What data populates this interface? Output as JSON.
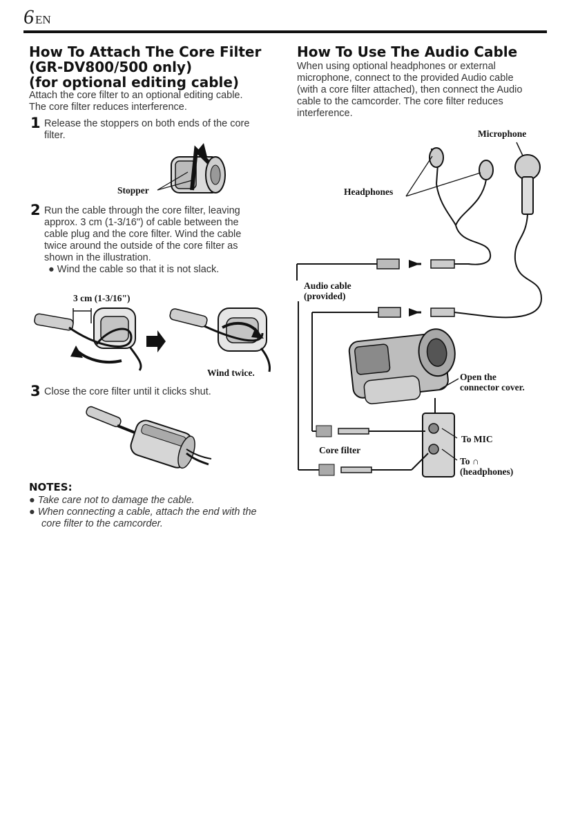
{
  "header": {
    "page_number": "6",
    "lang": "EN"
  },
  "left": {
    "title_lines": [
      "How To Attach The Core Filter",
      "(GR-DV800/500 only)",
      "(for optional editing cable)"
    ],
    "intro_lines": [
      "Attach the core filter to an optional editing cable.",
      "The core filter reduces interference."
    ],
    "steps": [
      {
        "num": "1",
        "lines": [
          "Release the stoppers on both ends of the core",
          "filter."
        ]
      },
      {
        "num": "2",
        "lines": [
          "Run the cable through the core filter, leaving",
          "approx. 3 cm (1-3/16\") of cable between the",
          "cable plug and the core filter. Wind the cable",
          "twice around the outside of the core filter as",
          "shown in the illustration."
        ],
        "bullet": "Wind the cable so that it is not slack."
      },
      {
        "num": "3",
        "lines": [
          "Close the core filter until it clicks shut."
        ]
      }
    ],
    "labels": {
      "stopper": "Stopper",
      "measure": "3 cm (1-3/16\")",
      "wind_twice": "Wind twice."
    },
    "notes_title": "NOTES:",
    "notes": [
      {
        "lines": [
          "Take care not to damage the cable."
        ]
      },
      {
        "lines": [
          "When connecting a cable, attach the end with the",
          "core filter to the camcorder."
        ]
      }
    ]
  },
  "right": {
    "title": "How To Use The Audio Cable",
    "intro_lines": [
      "When using optional headphones or external",
      "microphone, connect to the provided Audio cable",
      "(with a core filter attached), then connect the Audio",
      "cable to the camcorder. The core filter reduces",
      "interference."
    ],
    "labels": {
      "microphone": "Microphone",
      "headphones": "Headphones",
      "audio_cable": [
        "Audio cable",
        "(provided)"
      ],
      "open_cover": [
        "Open the",
        "connector cover."
      ],
      "core_filter": "Core filter",
      "to_mic": "To MIC",
      "to_headphones": [
        "To ∩",
        "(headphones)"
      ]
    }
  }
}
